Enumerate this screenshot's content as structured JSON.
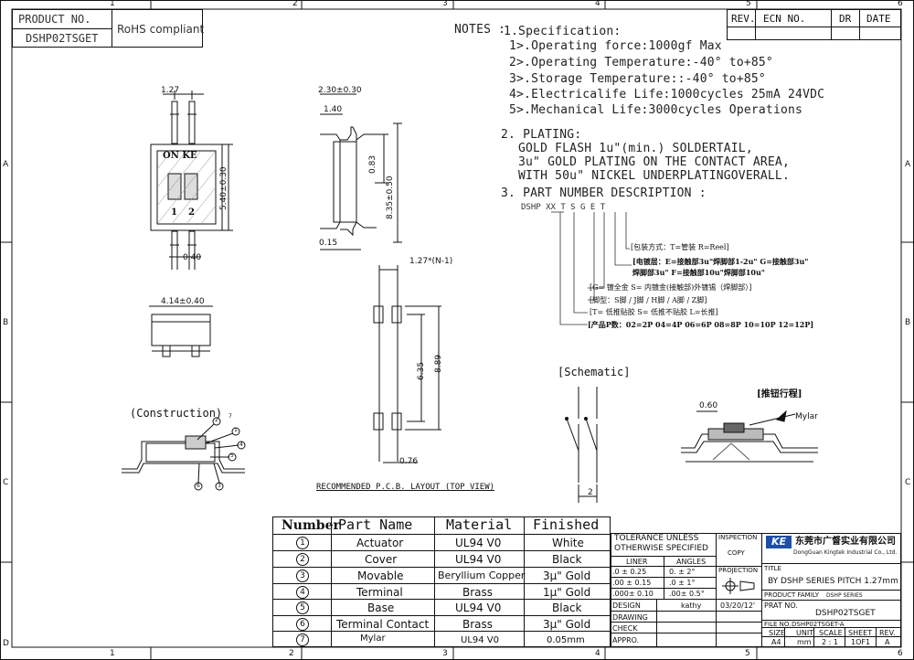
{
  "zones": {
    "top": [
      "1",
      "2",
      "3",
      "4",
      "5",
      "6"
    ],
    "bottom": [
      "1",
      "2",
      "3",
      "4",
      "5",
      "6"
    ],
    "left": [
      "A",
      "B",
      "C",
      "D"
    ],
    "right": [
      "A",
      "B",
      "C"
    ]
  },
  "title_corner": {
    "product_no_label": "PRODUCT    NO.",
    "product_no": "DSHP02TSGET",
    "rohs": "RoHS compliant"
  },
  "revision_block": {
    "headers": [
      "REV.",
      "ECN  NO.",
      "DR",
      "DATE"
    ]
  },
  "notes": {
    "title": "NOTES :",
    "spec_title": "1.Specification:",
    "specs": [
      "1>.Operating force:1000gf Max",
      "2>.Operating Temperature:-40° to+85°",
      "3>.Storage Temperature::-40° to+85°",
      "4>.Electricalife Life:1000cycles 25mA 24VDC",
      "5>.Mechanical Life:3000cycles Operations"
    ],
    "plating_title": "2. PLATING:",
    "plating": [
      "GOLD FLASH 1u\"(min.) SOLDERTAIL,",
      "3u\" GOLD PLATING  ON THE CONTACT AREA,",
      "WITH 50u\" NICKEL UNDERPLATINGOVERALL."
    ],
    "pn_title": "3. PART NUMBER DESCRIPTION :",
    "pn_code": "DSHP XX  T  S G E T",
    "pn_desc": [
      "[包装方式：T=管装   R=Reel]",
      "[电镀层：E=接触部3u\"焊脚部1-2u\" G=接触部3u\"",
      "焊脚部3u\" F=接触部10u\"焊脚部10u\"",
      "[G= 镀全金  S= 内镀金(接触部)外镀锡（焊脚部）]",
      "[脚型：S脚 / J脚 / H脚 / A脚 / Z脚]",
      "[T= 低推贴胶  S= 低推不贴胶  L=长推]",
      "[产品P数：02=2P  04=4P  06=6P 08=8P 10=10P 12=12P]"
    ]
  },
  "top_view": {
    "dim_pitch": "1.27",
    "dim_height": "5.40±0.30",
    "dim_pad": "0.40",
    "label_on": "ON KE",
    "pin1": "1",
    "pin2": "2"
  },
  "side_view": {
    "dim_a": "2.30±0.30",
    "dim_b": "1.40",
    "dim_c": "0.83",
    "dim_d": "8.35±0.50",
    "dim_e": "0.15"
  },
  "front_view": {
    "dim_width": "4.14±0.40"
  },
  "pcb_layout": {
    "dim_pitch": "1.27*(N-1)",
    "dim_inner": "6.35",
    "dim_outer": "8.89",
    "dim_pad": "0.76",
    "caption": "RECOMMENDED P.C.B. LAYOUT (TOP VIEW)"
  },
  "construction": {
    "title": "(Construction)",
    "callouts": [
      "1",
      "2",
      "3",
      "4",
      "5",
      "6",
      "7"
    ]
  },
  "schematic": {
    "title": "[Schematic]",
    "dim": "2"
  },
  "push_detail": {
    "title": "[推钮行程]",
    "dim": "0.60",
    "label": "Mylar"
  },
  "bom": {
    "headers": [
      "Number",
      "Part Name",
      "Material",
      "Finished"
    ],
    "rows": [
      {
        "no": "1",
        "part": "Actuator",
        "material": "UL94 V0",
        "finish": "White"
      },
      {
        "no": "2",
        "part": "Cover",
        "material": "UL94 V0",
        "finish": "Black"
      },
      {
        "no": "3",
        "part": "Movable",
        "material": "Beryllium Copper",
        "finish": "3μ\" Gold"
      },
      {
        "no": "4",
        "part": "Terminal",
        "material": "Brass",
        "finish": "1μ\" Gold"
      },
      {
        "no": "5",
        "part": "Base",
        "material": "UL94 V0",
        "finish": "Black"
      },
      {
        "no": "6",
        "part": "Terminal Contact",
        "material": "Brass",
        "finish": "3μ\" Gold"
      },
      {
        "no": "7",
        "part": "Mylar",
        "material": "UL94  V0",
        "finish": "0.05mm"
      }
    ]
  },
  "tolerance": {
    "title1": "TOLERANCE  UNLESS",
    "title2": "OTHERWISE  SPECIFIED",
    "col_liner": "LINER",
    "col_angles": "ANGLES",
    "rows": [
      {
        "liner": ".0   ±  0.25",
        "angle": "0.  ±   2°"
      },
      {
        "liner": ".00  ±  0.15",
        "angle": ".0  ±   1°"
      },
      {
        "liner": ".000±  0.10",
        "angle": ".00±   0.5°"
      }
    ],
    "design_label": "DESIGN",
    "designer": "kathy",
    "date": "03/20/12'",
    "drawing_label": "DRAWING",
    "check_label": "CHECK",
    "appro_label": "APPRO."
  },
  "inspection": {
    "title": "INSPECTION",
    "copy": "COPY",
    "projection": "PROJECTION"
  },
  "company": {
    "logo": "KE",
    "name_cn": "东莞市广督实业有限公司",
    "name_en": "DongGuan Kingtek Industrial Co., Ltd."
  },
  "titleblock": {
    "title_label": "TITLE",
    "title": "BY DSHP SERIES PITCH 1.27mm",
    "family_label": "PRODUCT FAMILY",
    "family": "DSHP SERIES",
    "part_label": "PRAT NO.",
    "part_no": "DSHP02TSGET",
    "file_label": "FILE NO.",
    "file_no": "DSHP02TSGET-A",
    "footer_headers": [
      "SIZE",
      "UNIT",
      "SCALE",
      "SHEET",
      "REV."
    ],
    "footer_values": [
      "A4",
      "mm",
      "2 : 1",
      "1OF1",
      "A"
    ]
  }
}
